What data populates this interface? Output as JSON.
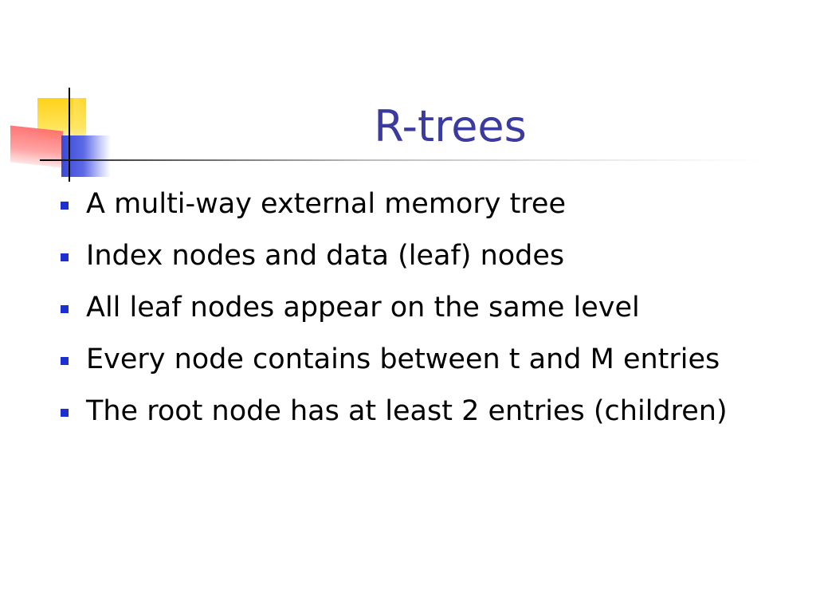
{
  "slide": {
    "title": "R-trees",
    "bullets": [
      "A multi-way external memory tree",
      "Index nodes and data (leaf) nodes",
      "All leaf nodes appear on the same level",
      "Every node contains between t and M entries",
      "The root node has at least 2 entries (children)"
    ]
  },
  "colors": {
    "title": "#3a3aa0",
    "bullet_marker": "#1c2fd0",
    "text": "#000000",
    "background": "#ffffff"
  },
  "icons": {
    "bullet": "square-bullet-icon",
    "logo": "squares-logo-icon"
  }
}
